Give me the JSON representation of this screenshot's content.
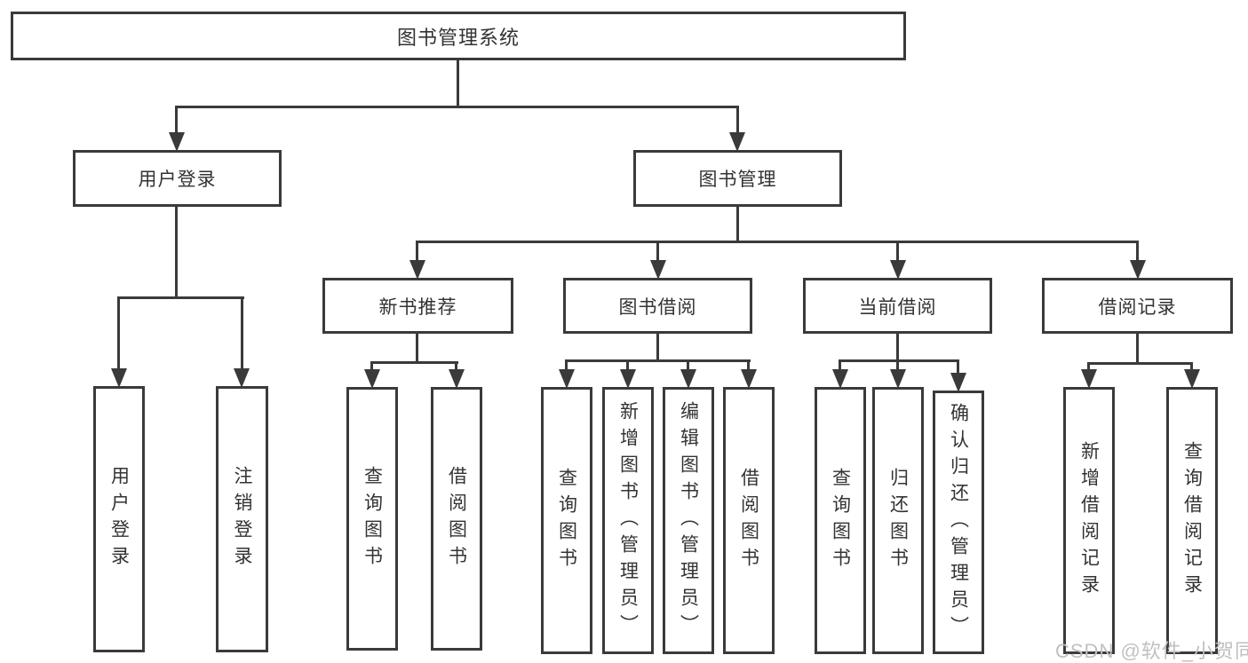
{
  "diagram": {
    "root": {
      "label": "图书管理系统"
    },
    "level2": [
      {
        "label": "用户登录"
      },
      {
        "label": "图书管理"
      }
    ],
    "login_children": [
      {
        "label": "用户登录"
      },
      {
        "label": "注销登录"
      }
    ],
    "level3": [
      {
        "label": "新书推荐"
      },
      {
        "label": "图书借阅"
      },
      {
        "label": "当前借阅"
      },
      {
        "label": "借阅记录"
      }
    ],
    "new_book_children": [
      {
        "label": "查询图书"
      },
      {
        "label": "借阅图书"
      }
    ],
    "borrow_children": [
      {
        "label": "查询图书"
      },
      {
        "label": "新增图书（管理员）"
      },
      {
        "label": "编辑图书（管理员）"
      },
      {
        "label": "借阅图书"
      }
    ],
    "current_children": [
      {
        "label": "查询图书"
      },
      {
        "label": "归还图书"
      },
      {
        "label": "确认归还（管理员）"
      }
    ],
    "record_children": [
      {
        "label": "新增借阅记录"
      },
      {
        "label": "查询借阅记录"
      }
    ]
  },
  "watermark": {
    "text": "CSDN @软件_小贺同学"
  },
  "colors": {
    "line": "#3a3a3a",
    "text": "#333333",
    "watermark": "#c0c0c0",
    "background": "#ffffff"
  }
}
